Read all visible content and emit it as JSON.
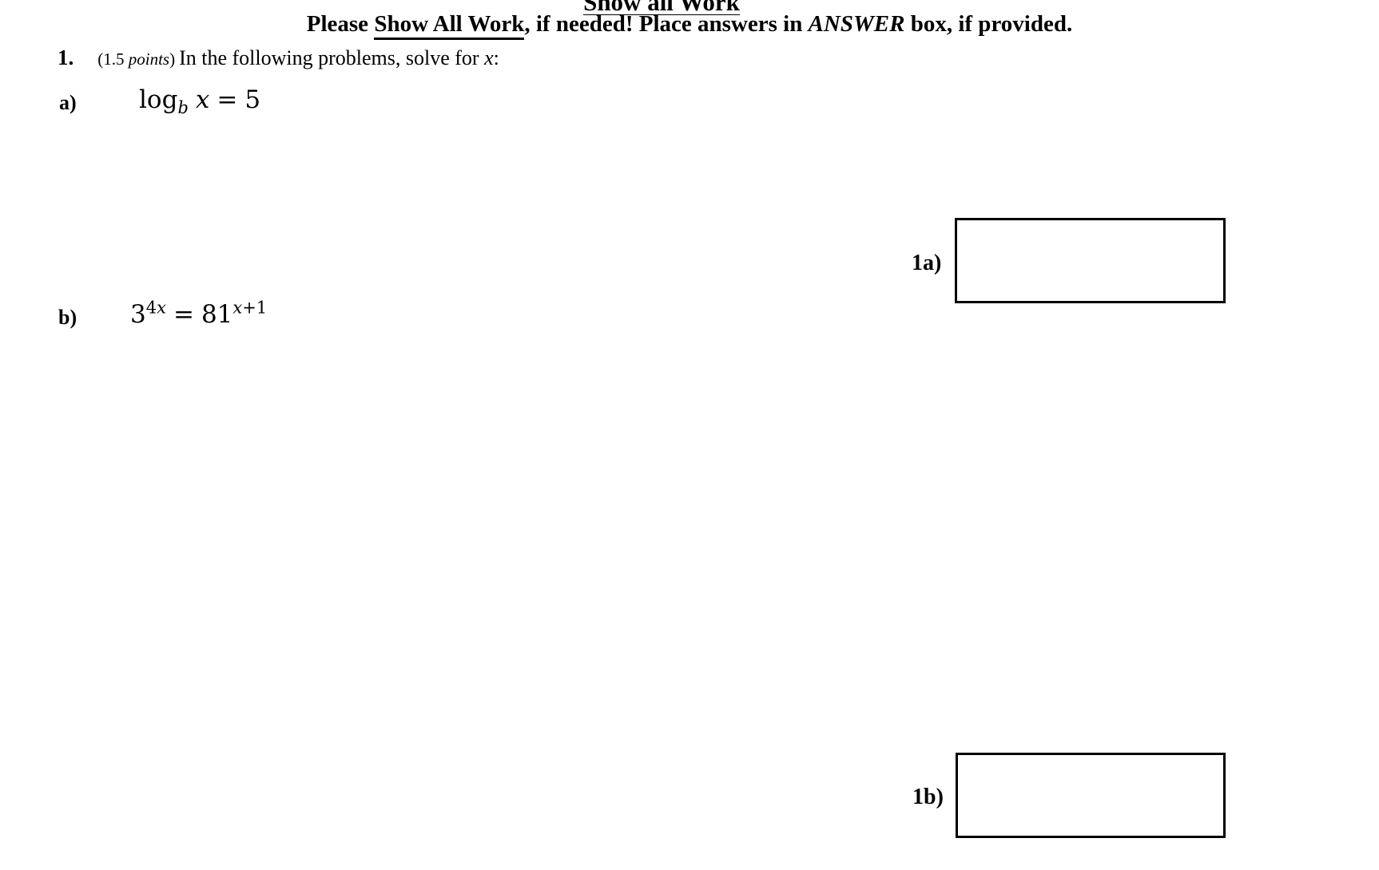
{
  "header": {
    "cut_off_title": "Show all Work",
    "instructions": {
      "prefix": "Please ",
      "underlined": "Show All Work",
      "middle": ", if needed! Place answers in ",
      "answer_word": "ANSWER",
      "suffix": " box, if provided."
    }
  },
  "problem": {
    "number": "1.",
    "points_note_open": "(1.5 ",
    "points_note_word": "points",
    "points_note_close": ")",
    "prompt_text": "In the following problems, solve for ",
    "prompt_variable": "x",
    "prompt_terminator": ":"
  },
  "parts": {
    "a": {
      "label": "a)",
      "equation": {
        "function": "log",
        "base_subscript": "b",
        "variable": "x",
        "relation": "=",
        "value": "5"
      },
      "answer_label": "1a)"
    },
    "b": {
      "label": "b)",
      "equation": {
        "lhs_base": "3",
        "lhs_exponent_coefficient": "4",
        "lhs_exponent_variable": "x",
        "relation": "=",
        "rhs_base": "81",
        "rhs_exponent_variable": "x",
        "rhs_exponent_offset": "+1"
      },
      "answer_label": "1b)"
    }
  },
  "colors": {
    "text": "#000000",
    "background": "#ffffff",
    "box_border": "#000000"
  }
}
